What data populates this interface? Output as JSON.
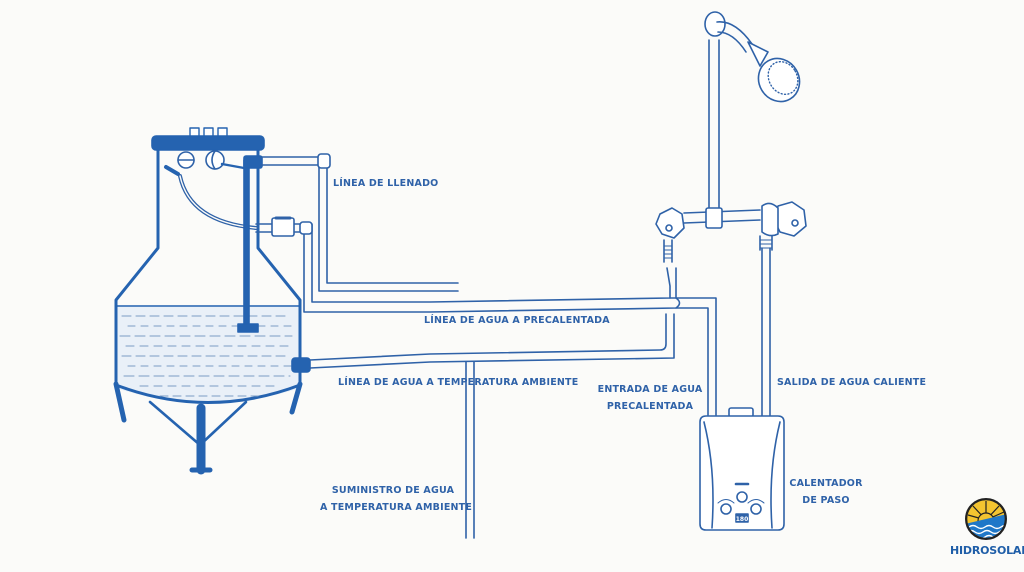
{
  "labels": {
    "fill_line": "LÍNEA DE LLENADO",
    "preheated_line": "LÍNEA DE AGUA A PRECALENTADA",
    "ambient_line": "LÍNEA DE AGUA A TEMPERATURA AMBIENTE",
    "preheated_inlet_1": "ENTRADA DE AGUA",
    "preheated_inlet_2": "PRECALENTADA",
    "hot_outlet": "SALIDA DE AGUA CALIENTE",
    "supply_1": "SUMINISTRO DE AGUA",
    "supply_2": "A TEMPERATURA AMBIENTE",
    "heater_1": "CALENTADOR",
    "heater_2": "DE PASO"
  },
  "heater_display": "180",
  "logo": {
    "name": "HIDROSOLAR"
  },
  "colors": {
    "line": "#2f62a8",
    "tank": "#2563b0",
    "water": "#e9f0f8",
    "logo_sun": "#f4c430",
    "logo_sea": "#1f77c8",
    "logo_text": "#1f5ea8"
  }
}
